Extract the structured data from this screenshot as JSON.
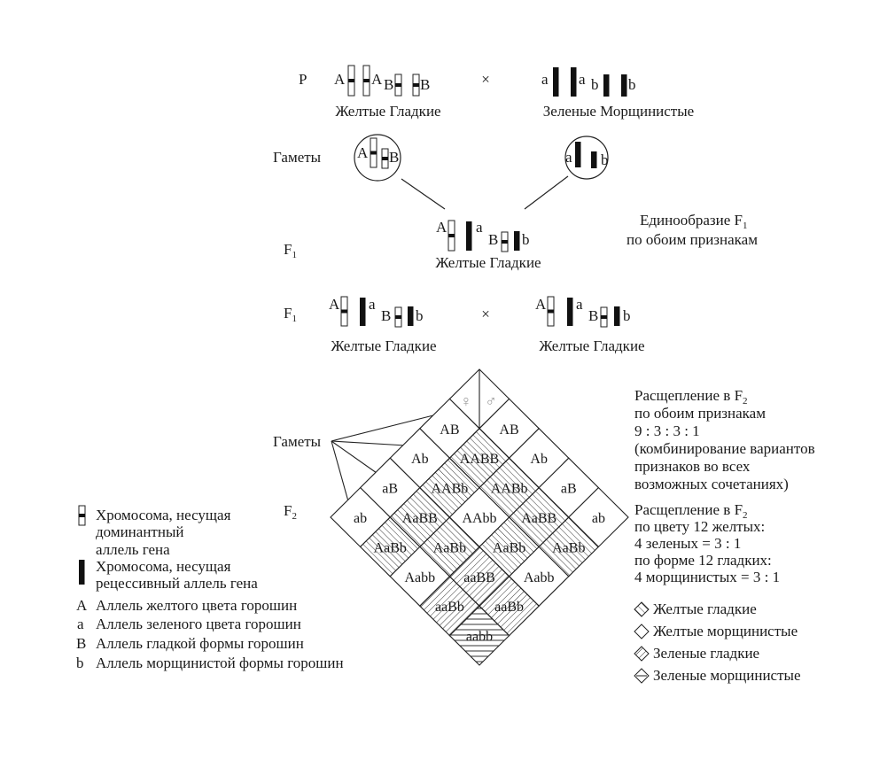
{
  "p": {
    "label": "P",
    "cross": "×",
    "left": {
      "alleles": [
        "A",
        "A",
        "B",
        "B"
      ],
      "phenotype": "Желтые Гладкие"
    },
    "right": {
      "alleles": [
        "a",
        "a",
        "b",
        "b"
      ],
      "phenotype": "Зеленые Морщинистые"
    }
  },
  "gametes_label": "Гаметы",
  "gametes_p": {
    "left": [
      "A",
      "B"
    ],
    "right": [
      "a",
      "b"
    ]
  },
  "f1": {
    "label": "F",
    "sub": "1",
    "alleles": [
      "A",
      "a",
      "B",
      "b"
    ],
    "phenotype": "Желтые Гладкие",
    "note_line1": "Единообразие F",
    "note_sub": "1",
    "note_line2": "по обоим признакам"
  },
  "f1_cross": {
    "label": "F",
    "sub": "1",
    "cross": "×",
    "left": {
      "alleles": [
        "A",
        "a",
        "B",
        "b"
      ],
      "phenotype": "Желтые Гладкие"
    },
    "right": {
      "alleles": [
        "A",
        "a",
        "B",
        "b"
      ],
      "phenotype": "Желтые Гладкие"
    }
  },
  "f2": {
    "label": "F",
    "sub": "2"
  },
  "punnett": {
    "female_symbol": "♀",
    "male_symbol": "♂",
    "gametes": [
      "AB",
      "Ab",
      "aB",
      "ab"
    ],
    "genotypes": [
      [
        "AABB",
        "AABb",
        "AaBB",
        "AaBb"
      ],
      [
        "AABb",
        "AAbb",
        "AaBb",
        "Aabb"
      ],
      [
        "AaBB",
        "AaBb",
        "aaBB",
        "aaBb"
      ],
      [
        "AaBb",
        "Aabb",
        "aaBb",
        "aabb"
      ]
    ],
    "phenotypes": [
      [
        "yellow-smooth",
        "yellow-smooth",
        "yellow-smooth",
        "yellow-smooth"
      ],
      [
        "yellow-smooth",
        "yellow-wrinkled",
        "yellow-smooth",
        "yellow-wrinkled"
      ],
      [
        "yellow-smooth",
        "yellow-smooth",
        "green-smooth",
        "green-smooth"
      ],
      [
        "yellow-smooth",
        "yellow-wrinkled",
        "green-smooth",
        "green-wrinkled"
      ]
    ]
  },
  "split_both": {
    "line1": "Расщепление в F",
    "sub": "2",
    "lines": [
      "по обоим признакам",
      "9 : 3 : 3 : 1",
      "(комбинирование вариантов",
      "признаков во всех",
      "возможных сочетаниях)"
    ]
  },
  "split_each": {
    "line1": "Расщепление в F",
    "sub": "2",
    "lines": [
      "по цвету 12 желтых:",
      "4 зеленых = 3 : 1",
      "по форме 12 гладких:",
      "4 морщинистых = 3 : 1"
    ]
  },
  "phenotype_legend": [
    "Желтые гладкие",
    "Желтые морщинистые",
    "Зеленые гладкие",
    "Зеленые морщинистые"
  ],
  "legend": {
    "dominant": [
      "Хромосома, несущая",
      "доминантный",
      "аллель гена"
    ],
    "recessive": [
      "Хромосома, несущая",
      "рецессивный аллель гена"
    ],
    "alleles": [
      {
        "letter": "A",
        "text": "Аллель желтого цвета горошин"
      },
      {
        "letter": "a",
        "text": "Аллель зеленого цвета горошин"
      },
      {
        "letter": "B",
        "text": "Аллель гладкой формы горошин"
      },
      {
        "letter": "b",
        "text": "Аллель морщинистой формы горошин"
      }
    ]
  }
}
